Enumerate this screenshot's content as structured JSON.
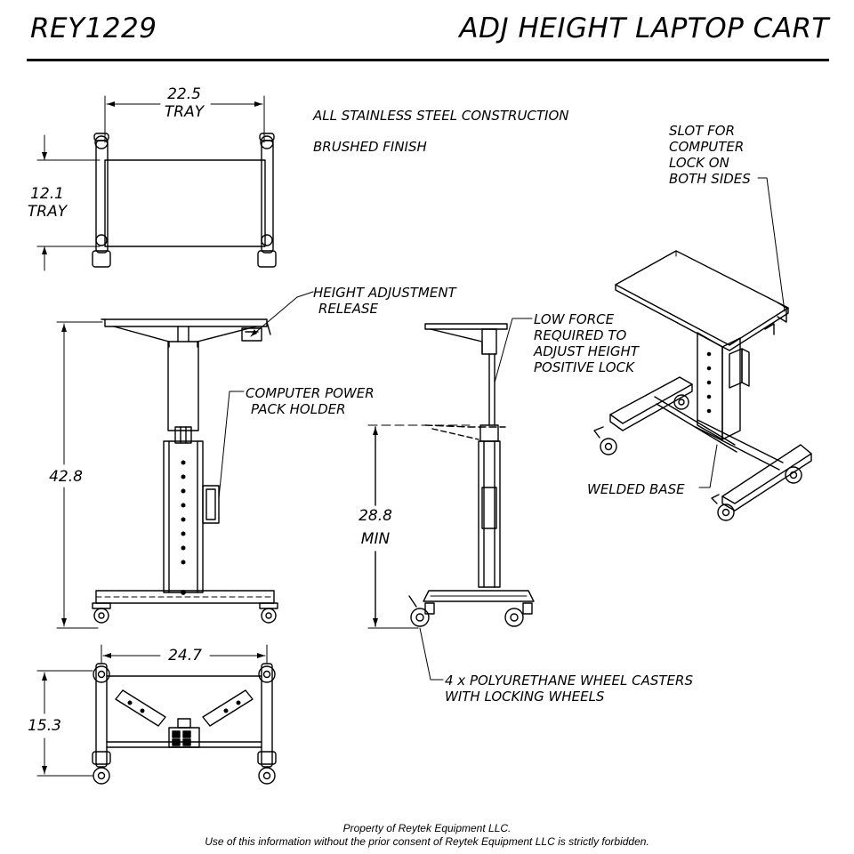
{
  "header": {
    "model_code": "REY1229",
    "title": "ADJ HEIGHT LAPTOP CART"
  },
  "notes": {
    "material": "ALL STAINLESS STEEL CONSTRUCTION",
    "finish": "BRUSHED FINISH",
    "slot_lock": [
      "SLOT FOR",
      "COMPUTER",
      "LOCK ON",
      "BOTH SIDES"
    ],
    "height_release": [
      "HEIGHT ADJUSTMENT",
      "RELEASE"
    ],
    "power_pack": [
      "COMPUTER POWER",
      "PACK HOLDER"
    ],
    "low_force": [
      "LOW FORCE",
      "REQUIRED TO",
      "ADJUST HEIGHT",
      "POSITIVE LOCK"
    ],
    "welded_base": "WELDED BASE",
    "casters": [
      "4 x POLYURETHANE WHEEL CASTERS",
      "WITH LOCKING WHEELS"
    ]
  },
  "dimensions": {
    "tray_width": {
      "value": "22.5",
      "label": "TRAY"
    },
    "tray_depth": {
      "value": "12.1",
      "label": "TRAY"
    },
    "max_height": {
      "value": "42.8"
    },
    "min_height": {
      "value": "28.8",
      "label": "MIN"
    },
    "base_width": {
      "value": "24.7"
    },
    "base_depth": {
      "value": "15.3"
    }
  },
  "footer": {
    "line1": "Property of Reytek Equipment LLC.",
    "line2": "Use of this information without the prior consent of Reytek Equipment LLC is strictly forbidden."
  }
}
